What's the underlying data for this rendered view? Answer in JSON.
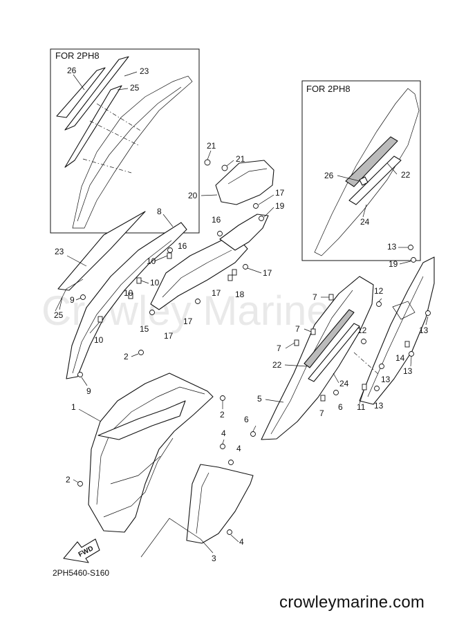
{
  "watermark": "Crowley Marine",
  "inset_boxes": [
    {
      "title": "FOR 2PH8"
    },
    {
      "title": "FOR 2PH8"
    }
  ],
  "fwd_label": "FWD",
  "reference_code": "2PH5460-S160",
  "site_url": "crowleymarine.com",
  "callouts": {
    "c1": "1",
    "c2a": "2",
    "c2b": "2",
    "c2c": "2",
    "c3": "3",
    "c4a": "4",
    "c4b": "4",
    "c4c": "4",
    "c5": "5",
    "c6a": "6",
    "c6b": "6",
    "c7a": "7",
    "c7b": "7",
    "c7c": "7",
    "c7d": "7",
    "c8": "8",
    "c9a": "9",
    "c9b": "9",
    "c10a": "10",
    "c10b": "10",
    "c10c": "10",
    "c10d": "10",
    "c11": "11",
    "c12a": "12",
    "c12b": "12",
    "c13a": "13",
    "c13b": "13",
    "c13c": "13",
    "c13d": "13",
    "c13e": "13",
    "c14": "14",
    "c15": "15",
    "c16a": "16",
    "c16b": "16",
    "c17a": "17",
    "c17b": "17",
    "c17c": "17",
    "c17d": "17",
    "c17e": "17",
    "c18": "18",
    "c19a": "19",
    "c19b": "19",
    "c20": "20",
    "c21a": "21",
    "c21b": "21",
    "c22a": "22",
    "c22b": "22",
    "c23a": "23",
    "c23b": "23",
    "c24a": "24",
    "c24b": "24",
    "c25a": "25",
    "c25b": "25",
    "c26a": "26",
    "c26b": "26"
  }
}
